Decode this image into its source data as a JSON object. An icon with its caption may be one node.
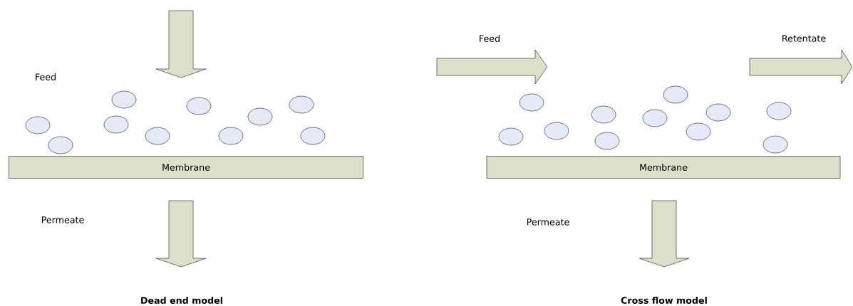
{
  "diagram": {
    "nodes": [
      {
        "text": [
          "Membrane"
        ]
      },
      {
        "text": [
          "Membrane"
        ]
      }
    ],
    "labels": [
      "Feed",
      "Permeate",
      "Dead end model",
      "Feed",
      "Retentate",
      "Permeate",
      "Cross flow model"
    ]
  }
}
